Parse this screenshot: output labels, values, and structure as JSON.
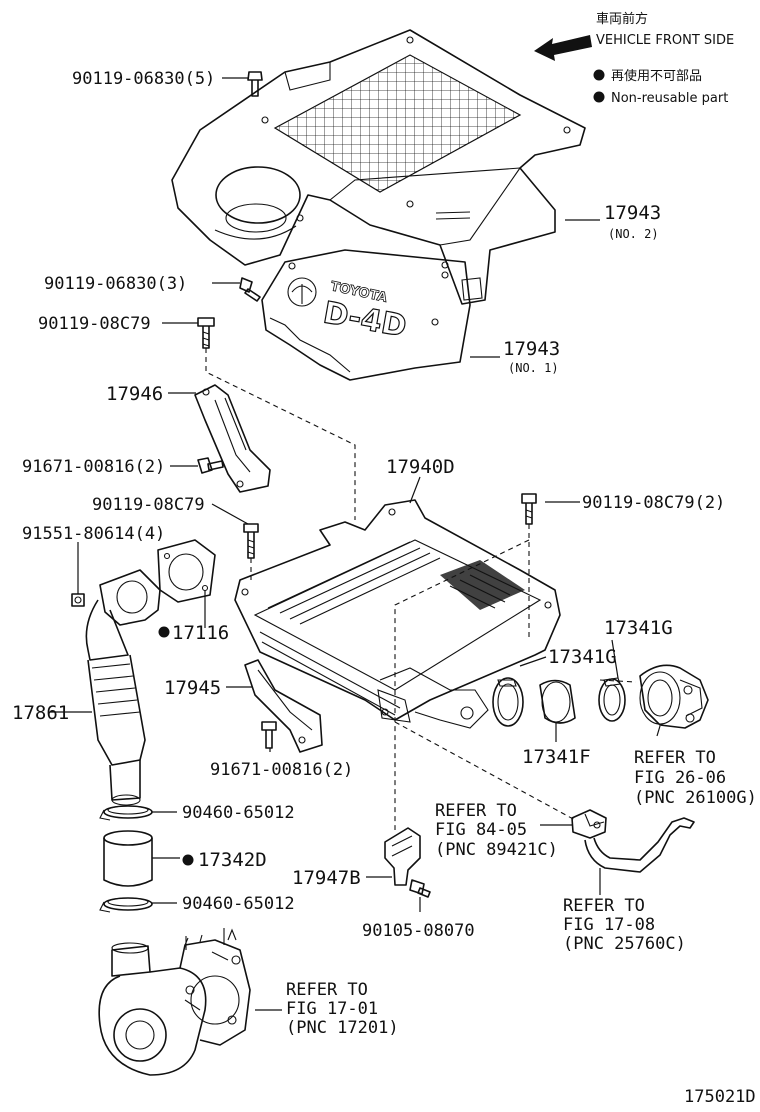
{
  "header": {
    "vehicle_front_jp": "車両前方",
    "vehicle_front_en": "VEHICLE FRONT SIDE",
    "legend_jp": "再使用不可部品",
    "legend_en": "Non-reusable part"
  },
  "cover_logo": {
    "brand": "TOYOTA",
    "model": "D-4D"
  },
  "labels": {
    "bolt_top": "90119-06830(5)",
    "cover_no2": "17943",
    "cover_no2_sub": "(NO. 2)",
    "bolt_mid": "90119-06830(3)",
    "bolt_08c79_a": "90119-08C79",
    "cover_no1": "17943",
    "cover_no1_sub": "(NO. 1)",
    "bracket_17946": "17946",
    "intercooler": "17940D",
    "bolt_00816_a": "91671-00816(2)",
    "bolt_08c79_b": "90119-08C79",
    "bolt_08c79_c": "90119-08C79(2)",
    "nut_80614": "91551-80614(4)",
    "gasket_17116": "17116",
    "hose_17341g_a": "17341G",
    "hose_17341g_b": "17341G",
    "bracket_17945": "17945",
    "pipe_17861": "17861",
    "hose_17341f": "17341F",
    "bolt_00816_b": "91671-00816(2)",
    "refer_26_line1": "REFER TO",
    "refer_26_line2": "FIG 26-06",
    "refer_26_line3": "(PNC 26100G)",
    "clamp_a": "90460-65012",
    "refer_84_line1": "REFER TO",
    "refer_84_line2": "FIG 84-05",
    "refer_84_line3": "(PNC 89421C)",
    "hose_17342d": "17342D",
    "bracket_17947b": "17947B",
    "clamp_b": "90460-65012",
    "bolt_08070": "90105-08070",
    "refer_1708_line1": "REFER TO",
    "refer_1708_line2": "FIG 17-08",
    "refer_1708_line3": "(PNC 25760C)",
    "refer_1701_line1": "REFER TO",
    "refer_1701_line2": "FIG 17-01",
    "refer_1701_line3": "(PNC 17201)",
    "figure_id": "175021D"
  }
}
